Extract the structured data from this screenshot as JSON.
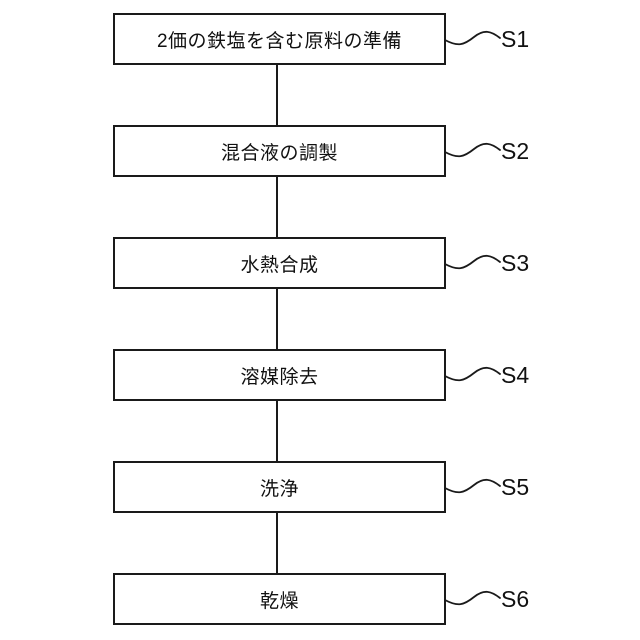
{
  "flowchart": {
    "type": "process-flow",
    "description": "Vertical six-step process flowchart with step reference labels connected by wavy leader lines",
    "steps": [
      {
        "id": "S1",
        "label": "2価の鉄塩を含む原料の準備"
      },
      {
        "id": "S2",
        "label": "混合液の調製"
      },
      {
        "id": "S3",
        "label": "水熱合成"
      },
      {
        "id": "S4",
        "label": "溶媒除去"
      },
      {
        "id": "S5",
        "label": "洗浄"
      },
      {
        "id": "S6",
        "label": "乾燥"
      }
    ],
    "colors": {
      "background": "#ffffff",
      "line": "#1a1a1a",
      "box_fill": "#ffffff",
      "text": "#111111"
    }
  }
}
